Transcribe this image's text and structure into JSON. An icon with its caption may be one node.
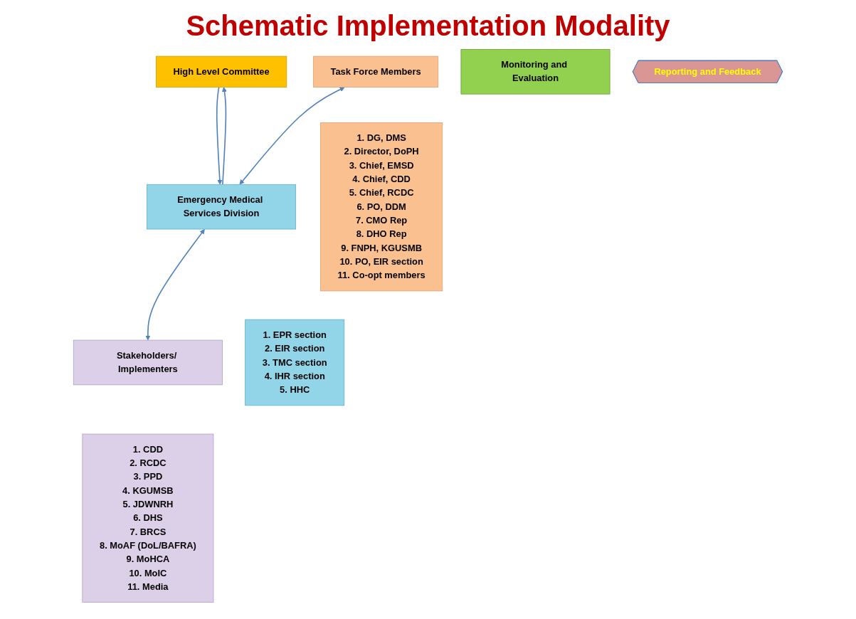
{
  "diagram": {
    "title": "Schematic Implementation Modality",
    "nodes": [
      {
        "text": [
          "High Level Committee"
        ]
      },
      {
        "text": [
          "Task Force Members"
        ]
      },
      {
        "text": [
          "Emergency Medical Services Division"
        ]
      },
      {
        "text": [
          "Stakeholders/ Implementers"
        ]
      },
      {
        "text": [
          "1. DG, DMS",
          "2. Director, DoPH",
          "3. Chief, EMSD",
          "4. Chief, CDD",
          "5. Chief, RCDC",
          "6. PO, DDM",
          "7. CMO Rep",
          "8. DHO Rep",
          "9. FNPH, KGUSMB",
          "10. PO, EIR section",
          "11. Co-opt members"
        ]
      },
      {
        "text": [
          "1. EPR section",
          "2. EIR section",
          "3. TMC section",
          "4. IHR section",
          "5. HHC"
        ]
      },
      {
        "text": [
          "1. CDD",
          "2. RCDC",
          "3. PPD",
          "4. KGUMSB",
          "5. JDWNRH",
          "6. DHS",
          "7. BRCS",
          "8. MoAF (DoL/BAFRA)",
          "9. MoHCA",
          "10. MoIC",
          "11. Media"
        ]
      },
      {
        "text": [
          "Monitoring and Evaluation"
        ]
      },
      {
        "text": [
          "Reporting and Feedback"
        ]
      }
    ],
    "edges": [
      {
        "from": 0,
        "to": 2,
        "arrow": "to"
      },
      {
        "from": 2,
        "to": 0,
        "arrow": "to"
      },
      {
        "from": 1,
        "to": 2,
        "arrow": "both"
      },
      {
        "from": 2,
        "to": 3,
        "arrow": "both"
      }
    ]
  }
}
